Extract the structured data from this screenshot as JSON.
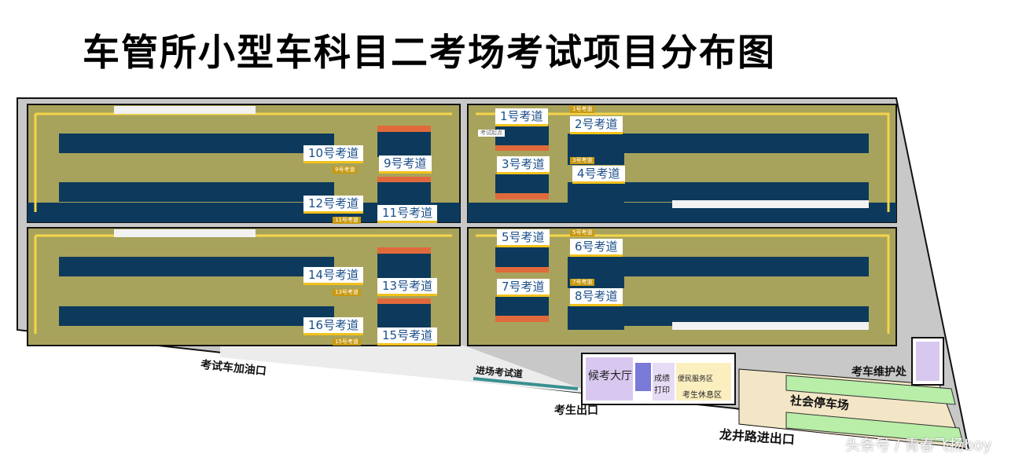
{
  "title": "车管所小型车科目二考场考试项目分布图",
  "lanes": [
    {
      "label": "1号考道"
    },
    {
      "label": "2号考道"
    },
    {
      "label": "3号考道"
    },
    {
      "label": "4号考道"
    },
    {
      "label": "5号考道"
    },
    {
      "label": "6号考道"
    },
    {
      "label": "7号考道"
    },
    {
      "label": "8号考道"
    },
    {
      "label": "9号考道"
    },
    {
      "label": "10号考道"
    },
    {
      "label": "11号考道"
    },
    {
      "label": "12号考道"
    },
    {
      "label": "13号考道"
    },
    {
      "label": "14号考道"
    },
    {
      "label": "15号考道"
    },
    {
      "label": "16号考道"
    }
  ],
  "small_tags": [
    "1号考道",
    "3号考道",
    "5号考道",
    "7号考道",
    "9号考道",
    "11号考道",
    "13号考道",
    "15号考道"
  ],
  "start_marker": "考试起点",
  "areas": {
    "refuel": "考试车加油口",
    "entry_lane": "进场考试道",
    "exit": "考生出口",
    "gate": "龙井路进出口",
    "parking": "社会停车场",
    "maintenance": "考车维护处",
    "hall": "候考大厅",
    "score_print": "成绩打印",
    "service": "便民服务区",
    "rest": "考生休息区"
  },
  "watermark": "头条号 / 青春飞扬boy",
  "colors": {
    "track": "#a8a35c",
    "lane": "#0d3a5c",
    "ground": "#c8c8c8",
    "hall": "#d8c8f0",
    "rest": "#fbefc0",
    "parking": "#b8eea8",
    "accent": "#f2c21b",
    "brake": "#e06a3c"
  }
}
